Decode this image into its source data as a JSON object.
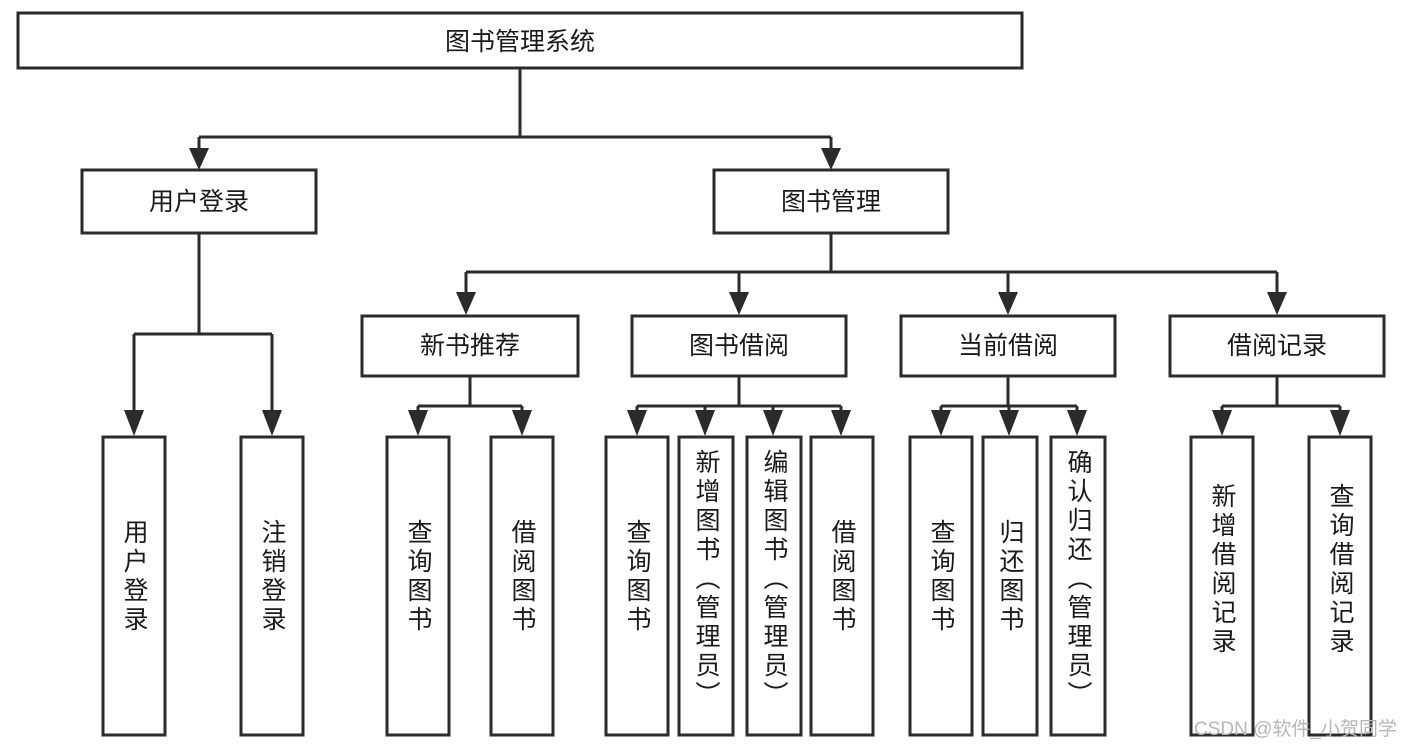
{
  "diagram": {
    "type": "tree-hierarchy-flowchart",
    "title_text": "图书管理系统",
    "watermark": "CSDN @软件_小贺同学",
    "colors": {
      "stroke": "#2b2b2b",
      "fill": "#ffffff",
      "text": "#1a1a1a",
      "watermark": "#b6b6b6"
    },
    "levels": [
      {
        "level": 1,
        "nodes": [
          {
            "id": "root",
            "label": "图书管理系统",
            "orientation": "horizontal"
          }
        ]
      },
      {
        "level": 2,
        "nodes": [
          {
            "id": "login",
            "label": "用户登录",
            "orientation": "horizontal",
            "parent": "root"
          },
          {
            "id": "bookmgmt",
            "label": "图书管理",
            "orientation": "horizontal",
            "parent": "root"
          }
        ]
      },
      {
        "level": 3,
        "nodes": [
          {
            "id": "newbook",
            "label": "新书推荐",
            "orientation": "horizontal",
            "parent": "bookmgmt"
          },
          {
            "id": "borrow",
            "label": "图书借阅",
            "orientation": "horizontal",
            "parent": "bookmgmt"
          },
          {
            "id": "current",
            "label": "当前借阅",
            "orientation": "horizontal",
            "parent": "bookmgmt"
          },
          {
            "id": "records",
            "label": "借阅记录",
            "orientation": "horizontal",
            "parent": "bookmgmt"
          }
        ]
      },
      {
        "level": 4,
        "nodes": [
          {
            "id": "leaf-user-login",
            "label": "用户登录",
            "orientation": "vertical",
            "parent": "login"
          },
          {
            "id": "leaf-user-logout",
            "label": "注销登录",
            "orientation": "vertical",
            "parent": "login"
          },
          {
            "id": "leaf-query-book-1",
            "label": "查询图书",
            "orientation": "vertical",
            "parent": "newbook"
          },
          {
            "id": "leaf-borrow-book-1",
            "label": "借阅图书",
            "orientation": "vertical",
            "parent": "newbook"
          },
          {
            "id": "leaf-query-book-2",
            "label": "查询图书",
            "orientation": "vertical",
            "parent": "borrow"
          },
          {
            "id": "leaf-add-book",
            "label": "新增图书（管理员）",
            "orientation": "vertical",
            "parent": "borrow"
          },
          {
            "id": "leaf-edit-book",
            "label": "编辑图书（管理员）",
            "orientation": "vertical",
            "parent": "borrow"
          },
          {
            "id": "leaf-borrow-book-2",
            "label": "借阅图书",
            "orientation": "vertical",
            "parent": "borrow"
          },
          {
            "id": "leaf-query-book-3",
            "label": "查询图书",
            "orientation": "vertical",
            "parent": "current"
          },
          {
            "id": "leaf-return-book",
            "label": "归还图书",
            "orientation": "vertical",
            "parent": "current"
          },
          {
            "id": "leaf-confirm-return",
            "label": "确认归还（管理员）",
            "orientation": "vertical",
            "parent": "current"
          },
          {
            "id": "leaf-add-record",
            "label": "新增借阅记录",
            "orientation": "vertical",
            "parent": "records"
          },
          {
            "id": "leaf-query-record",
            "label": "查询借阅记录",
            "orientation": "vertical",
            "parent": "records"
          }
        ]
      }
    ]
  }
}
